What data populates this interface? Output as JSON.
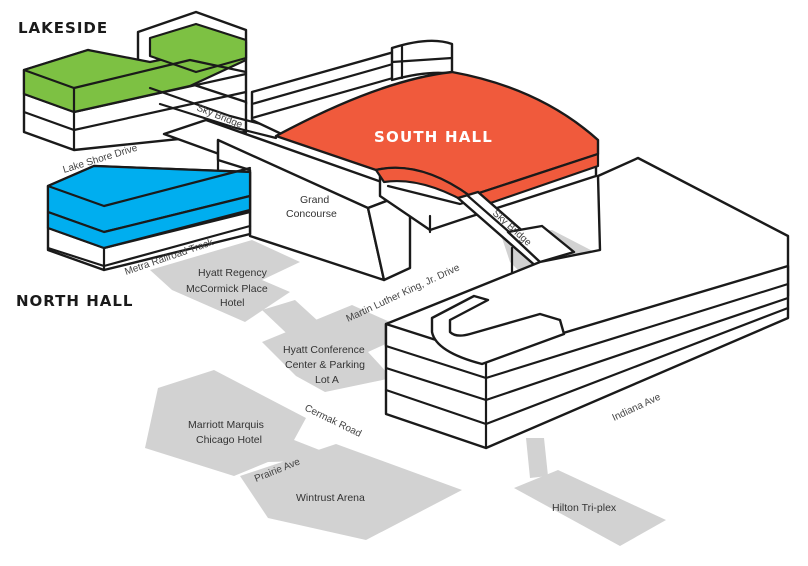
{
  "map": {
    "buildings": {
      "lakeside": "LAKESIDE",
      "south_hall": "SOUTH HALL",
      "north_hall": "NORTH HALL",
      "grand_concourse_line1": "Grand",
      "grand_concourse_line2": "Concourse"
    },
    "places": {
      "hyatt_regency_line1": "Hyatt Regency",
      "hyatt_regency_line2": "McCormick Place",
      "hyatt_regency_line3": "Hotel",
      "hyatt_conf_line1": "Hyatt Conference",
      "hyatt_conf_line2": "Center & Parking",
      "hyatt_conf_line3": "Lot A",
      "marriott_line1": "Marriott Marquis",
      "marriott_line2": "Chicago Hotel",
      "wintrust": "Wintrust Arena",
      "hilton": "Hilton Tri-plex"
    },
    "roads": {
      "sky_bridge_top": "Sky Bridge",
      "lake_shore": "Lake Shore Drive",
      "metra": "Metra Railroad Track",
      "mlk": "Martin Luther King, Jr. Drive",
      "sky_bridge_right": "Sky Bridge",
      "cermak": "Cermak Road",
      "prairie": "Prairie Ave",
      "indiana": "Indiana Ave"
    },
    "colors": {
      "lakeside": "#7dc143",
      "north_hall": "#00aeef",
      "south_hall": "#f05a3c",
      "grounds": "#d2d2d2"
    }
  }
}
